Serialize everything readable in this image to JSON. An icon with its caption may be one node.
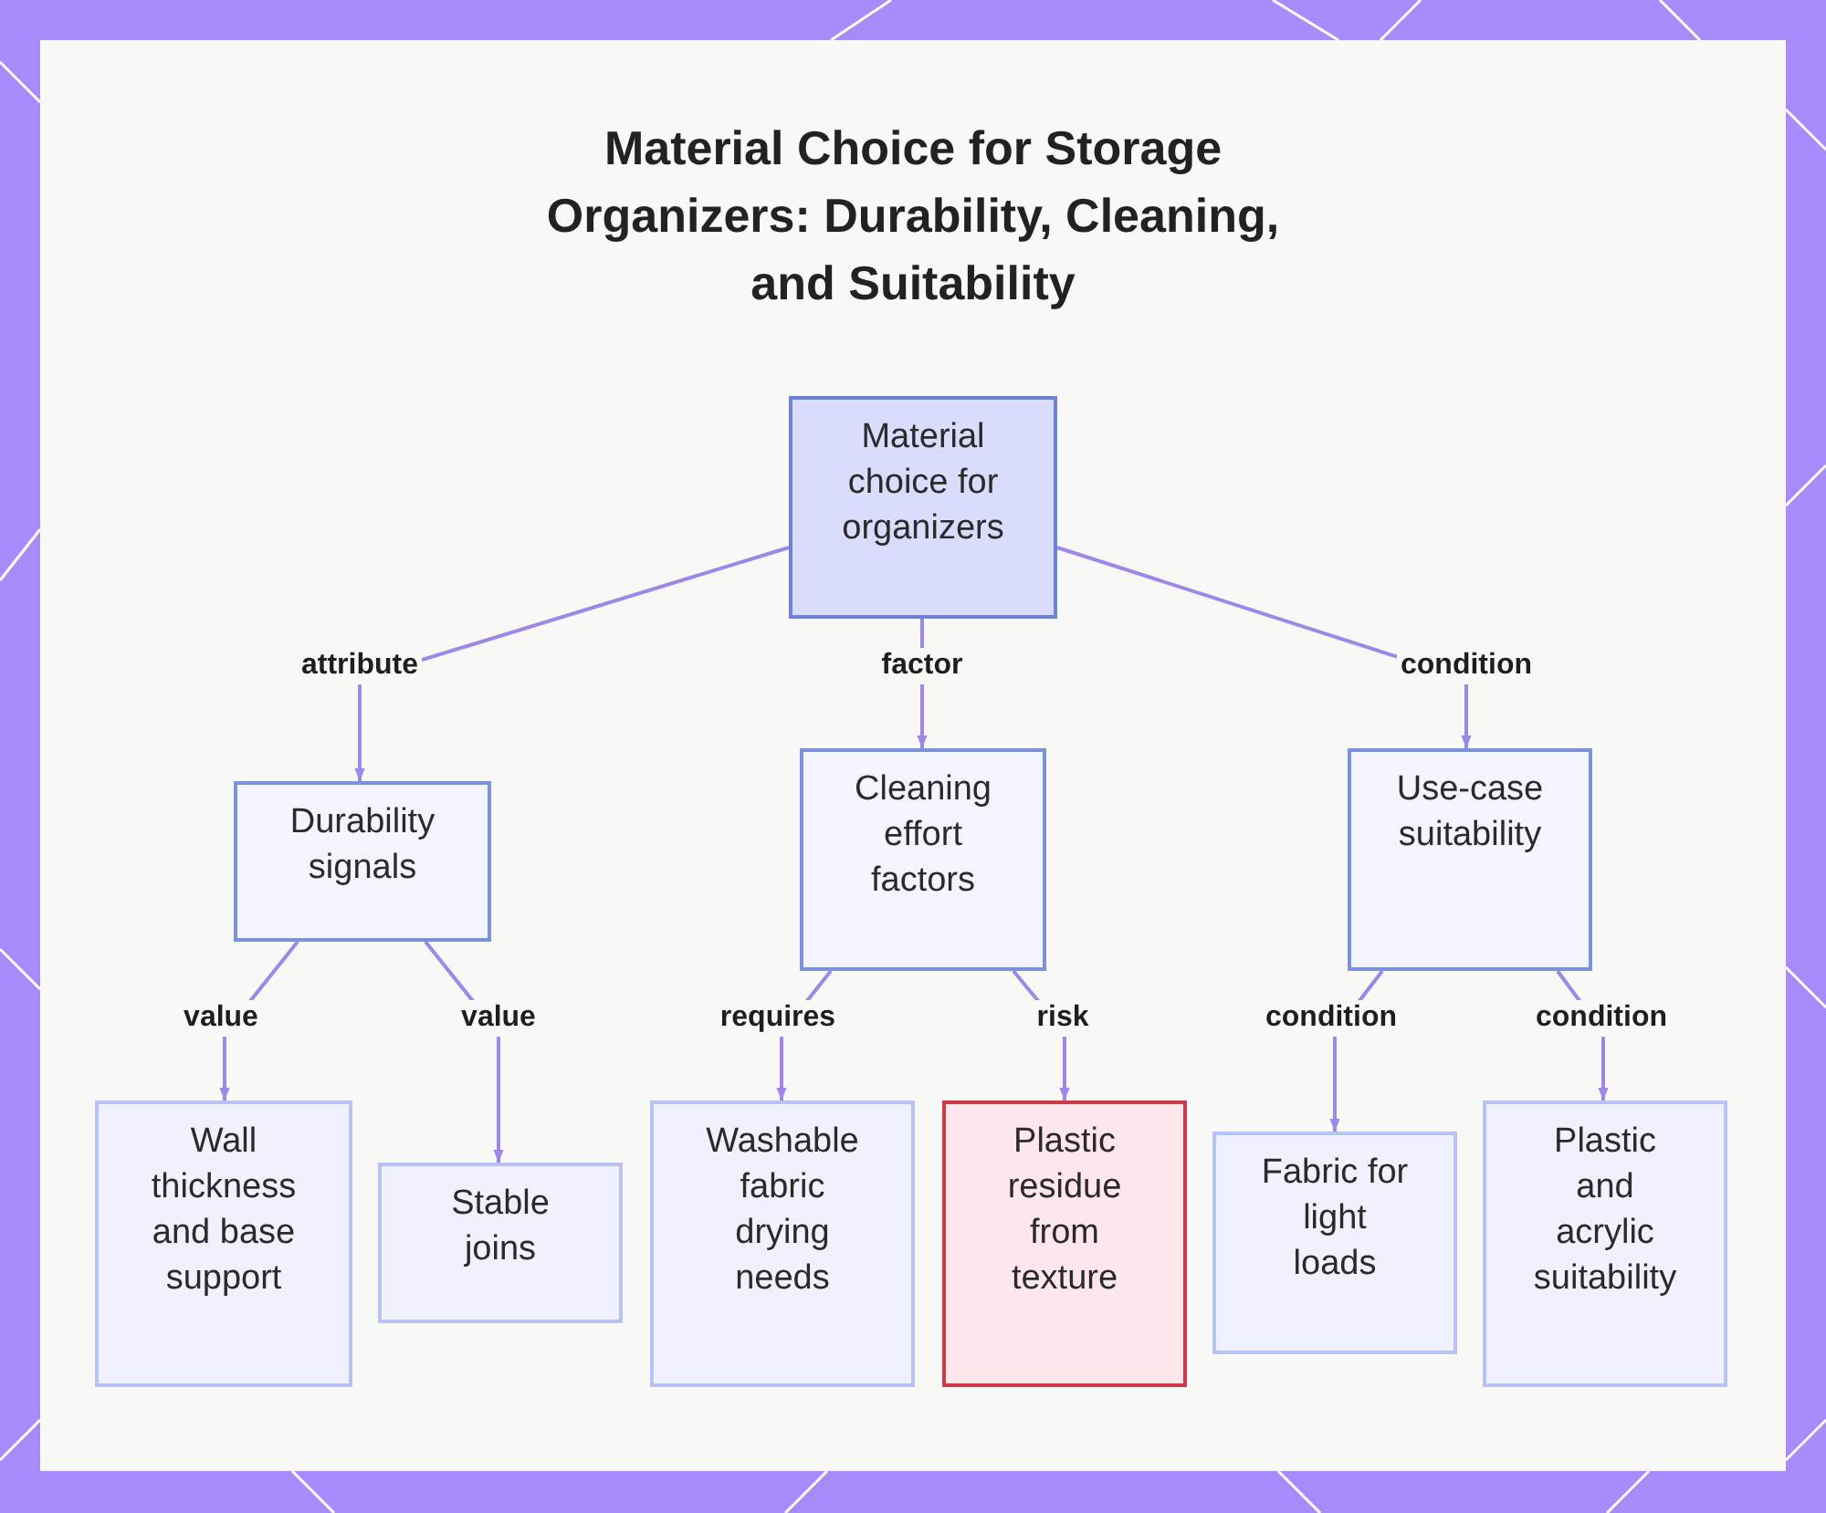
{
  "diagram": {
    "title": "Material Choice for Storage Organizers: Durability, Cleaning, and Suitability",
    "nodes": [
      {
        "text": [
          "Material choice for organizers"
        ]
      },
      {
        "text": [
          "Durability signals"
        ]
      },
      {
        "text": [
          "Cleaning effort factors"
        ]
      },
      {
        "text": [
          "Use-case suitability"
        ]
      },
      {
        "text": [
          "Wall thickness and base support"
        ]
      },
      {
        "text": [
          "Stable joins"
        ]
      },
      {
        "text": [
          "Washable fabric drying needs"
        ]
      },
      {
        "text": [
          "Plastic residue from texture"
        ]
      },
      {
        "text": [
          "Fabric for light loads"
        ]
      },
      {
        "text": [
          "Plastic and acrylic suitability"
        ]
      }
    ],
    "edges": [
      {
        "from": 0,
        "to": 1,
        "arrow": "to",
        "label": "attribute"
      },
      {
        "from": 0,
        "to": 2,
        "arrow": "to",
        "label": "factor"
      },
      {
        "from": 0,
        "to": 3,
        "arrow": "to",
        "label": "condition"
      },
      {
        "from": 1,
        "to": 4,
        "arrow": "to",
        "label": "value"
      },
      {
        "from": 1,
        "to": 5,
        "arrow": "to",
        "label": "value"
      },
      {
        "from": 2,
        "to": 6,
        "arrow": "to",
        "label": "requires"
      },
      {
        "from": 2,
        "to": 7,
        "arrow": "to",
        "label": "risk"
      },
      {
        "from": 3,
        "to": 8,
        "arrow": "to",
        "label": "condition"
      },
      {
        "from": 3,
        "to": 9,
        "arrow": "to",
        "label": "condition"
      }
    ]
  }
}
